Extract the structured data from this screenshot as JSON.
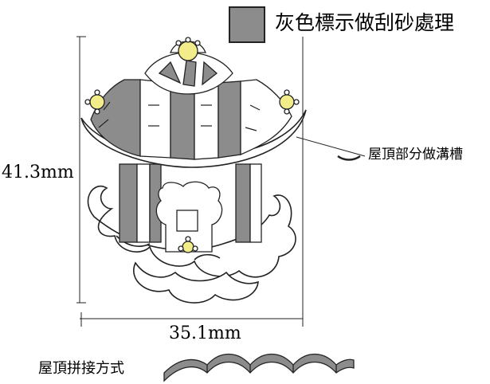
{
  "legend": {
    "text": "灰色標示做刮砂處理",
    "swatch_color": "#8c8c8c"
  },
  "dimensions": {
    "height": "41.3mm",
    "width": "35.1mm"
  },
  "callout": {
    "text": "屋頂部分做溝槽"
  },
  "joint": {
    "text": "屋頂拼接方式"
  },
  "colors": {
    "gray": "#8c8c8c",
    "line": "#222222",
    "fill": "#ffffff",
    "gold": "#f3ec8a"
  }
}
